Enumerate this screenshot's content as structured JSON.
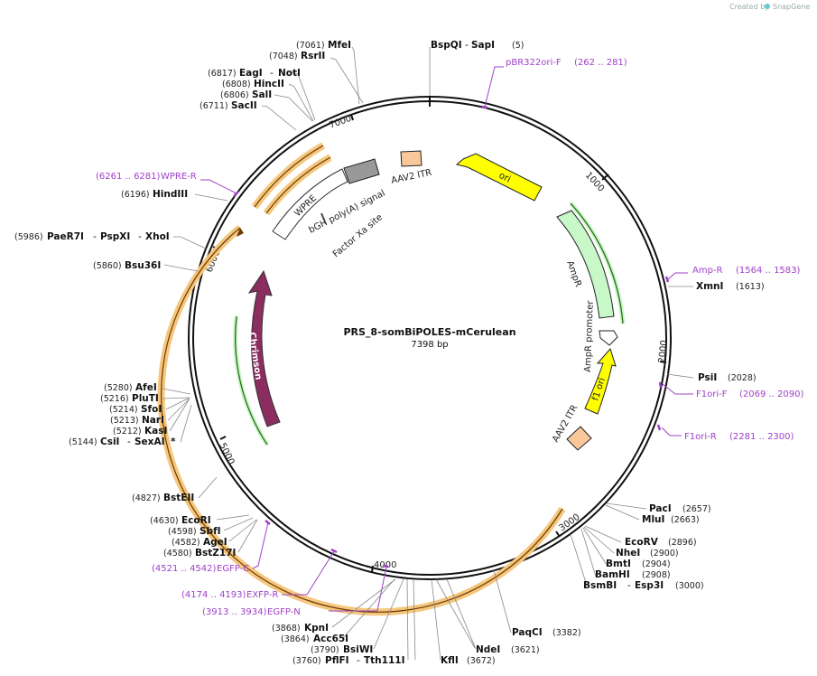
{
  "credit": {
    "prefix": "Created by",
    "brand": "SnapGene"
  },
  "plasmid": {
    "name": "PRS_8-somBiPOLES-mCerulean",
    "length": "7398 bp"
  },
  "ticks": [
    "1000",
    "2000",
    "3000",
    "4000",
    "5000",
    "6000",
    "7000"
  ],
  "features": {
    "ori": "ori",
    "ampr": "AmpR",
    "ampr_promoter": "AmpR promoter",
    "f1_ori": "f1 ori",
    "aav2_itr_right": "AAV2 ITR",
    "aav2_itr_top": "AAV2 ITR",
    "wpre": "WPRE",
    "bgh": "bGH poly(A) signal",
    "factor_xa": "Factor Xa site",
    "chrimson": "Chrimson"
  },
  "primers": [
    {
      "name": "pBR322ori-F",
      "range": "(262 .. 281)"
    },
    {
      "name": "Amp-R",
      "range": "(1564 .. 1583)"
    },
    {
      "name": "F1ori-F",
      "range": "(2069 .. 2090)"
    },
    {
      "name": "F1ori-R",
      "range": "(2281 .. 2300)"
    },
    {
      "name": "WPRE-R",
      "range": "(6261 .. 6281)"
    },
    {
      "name": "EGFP-C",
      "range": "(4521 .. 4542)"
    },
    {
      "name": "EXFP-R",
      "range": "(4174 .. 4193)"
    },
    {
      "name": "EGFP-N",
      "range": "(3913 .. 3934)"
    }
  ],
  "sites": {
    "top": {
      "a": "BspQI",
      "b": "SapI",
      "pos": "(5)"
    },
    "mfeI": {
      "name": "MfeI",
      "pos": "(7061)"
    },
    "rsrII": {
      "name": "RsrII",
      "pos": "(7048)"
    },
    "eagI": {
      "name": "EagI",
      "b": "NotI",
      "pos": "(6817)"
    },
    "hincII": {
      "name": "HincII",
      "pos": "(6808)"
    },
    "salI": {
      "name": "SalI",
      "pos": "(6806)"
    },
    "sacII": {
      "name": "SacII",
      "pos": "(6711)"
    },
    "hindIII": {
      "name": "HindIII",
      "pos": "(6196)"
    },
    "paeR7I": {
      "name": "PaeR7I",
      "b": "PspXI",
      "c": "XhoI",
      "pos": "(5986)"
    },
    "bsu36I": {
      "name": "Bsu36I",
      "pos": "(5860)"
    },
    "afeI": {
      "name": "AfeI",
      "pos": "(5280)"
    },
    "pluTI": {
      "name": "PluTI",
      "pos": "(5216)"
    },
    "sfoI": {
      "name": "SfoI",
      "pos": "(5214)"
    },
    "narI": {
      "name": "NarI",
      "pos": "(5213)"
    },
    "kasI": {
      "name": "KasI",
      "pos": "(5212)"
    },
    "csiI": {
      "name": "CsiI",
      "b": "SexAI",
      "star": "*",
      "pos": "(5144)"
    },
    "bstEII": {
      "name": "BstEII",
      "pos": "(4827)"
    },
    "ecoRI": {
      "name": "EcoRI",
      "pos": "(4630)"
    },
    "sbfI": {
      "name": "SbfI",
      "pos": "(4598)"
    },
    "ageI": {
      "name": "AgeI",
      "pos": "(4582)"
    },
    "bstZ17I": {
      "name": "BstZ17I",
      "pos": "(4580)"
    },
    "kpnI": {
      "name": "KpnI",
      "pos": "(3868)"
    },
    "acc65I": {
      "name": "Acc65I",
      "pos": "(3864)"
    },
    "bsiWI": {
      "name": "BsiWI",
      "pos": "(3790)"
    },
    "pflFI": {
      "name": "PflFI",
      "b": "Tth111I",
      "pos": "(3760)"
    },
    "kflI": {
      "name": "KflI",
      "pos": "(3672)"
    },
    "ndeI": {
      "name": "NdeI",
      "pos": "(3621)"
    },
    "paqCI": {
      "name": "PaqCI",
      "pos": "(3382)"
    },
    "bsmBI": {
      "name": "BsmBI",
      "b": "Esp3I",
      "pos": "(3000)"
    },
    "bamHI": {
      "name": "BamHI",
      "pos": "(2908)"
    },
    "bmtI": {
      "name": "BmtI",
      "pos": "(2904)"
    },
    "nheI": {
      "name": "NheI",
      "pos": "(2900)"
    },
    "ecoRV": {
      "name": "EcoRV",
      "pos": "(2896)"
    },
    "mluI": {
      "name": "MluI",
      "pos": "(2663)"
    },
    "pacI": {
      "name": "PacI",
      "pos": "(2657)"
    },
    "psiI": {
      "name": "PsiI",
      "pos": "(2028)"
    },
    "xmnI": {
      "name": "XmnI",
      "pos": "(1613)"
    }
  },
  "colors": {
    "ori": "#ffff00",
    "ampr": "#c8f7c8",
    "chrimson": "#8b2e5f",
    "gene_band": "#f5c77e",
    "primer": "#a040c8",
    "itr": "#f8c89a",
    "bgh": "#999999"
  }
}
